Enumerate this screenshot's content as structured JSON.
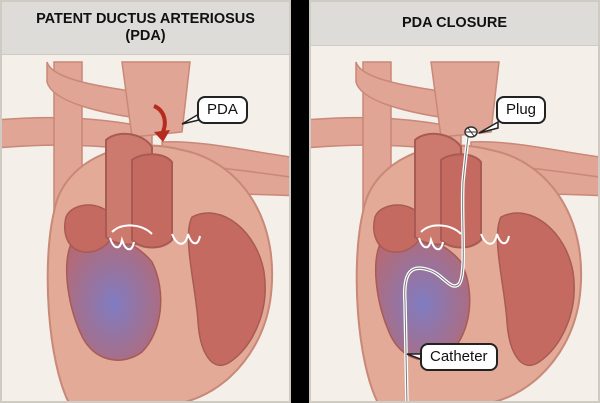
{
  "panels": [
    {
      "title_line1": "PATENT DUCTUS ARTERIOSUS",
      "title_line2": "(PDA)",
      "callouts": {
        "pda": "PDA"
      }
    },
    {
      "title_line1": "PDA CLOSURE",
      "callouts": {
        "plug": "Plug",
        "catheter": "Catheter"
      }
    }
  ],
  "colors": {
    "background": "#000000",
    "panel": "#f4efe8",
    "title_bar": "#dedcd8",
    "vessel": "#e0a595",
    "heart_wall": "#e3aa98",
    "chamber": "#c56a60",
    "ventricle_blue": "#7f7cc2",
    "flow_arrow": "#b52b20"
  }
}
